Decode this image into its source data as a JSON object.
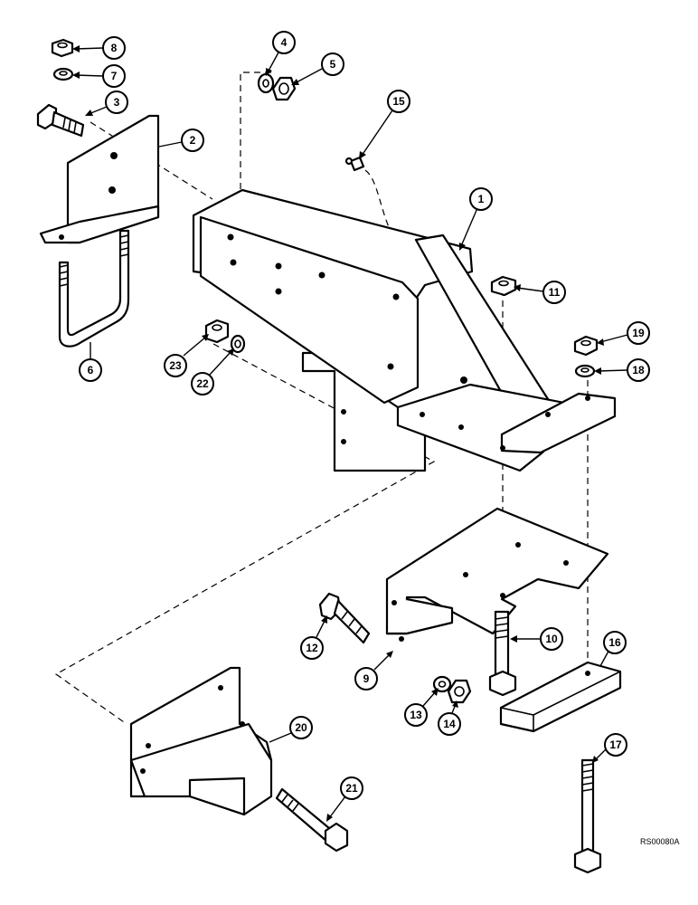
{
  "drawing": {
    "reference_code": "RS00080A"
  },
  "callouts": [
    {
      "label": "1"
    },
    {
      "label": "2"
    },
    {
      "label": "3"
    },
    {
      "label": "4"
    },
    {
      "label": "5"
    },
    {
      "label": "6"
    },
    {
      "label": "7"
    },
    {
      "label": "8"
    },
    {
      "label": "9"
    },
    {
      "label": "10"
    },
    {
      "label": "11"
    },
    {
      "label": "12"
    },
    {
      "label": "13"
    },
    {
      "label": "14"
    },
    {
      "label": "15"
    },
    {
      "label": "16"
    },
    {
      "label": "17"
    },
    {
      "label": "18"
    },
    {
      "label": "19"
    },
    {
      "label": "20"
    },
    {
      "label": "21"
    },
    {
      "label": "22"
    },
    {
      "label": "23"
    }
  ]
}
